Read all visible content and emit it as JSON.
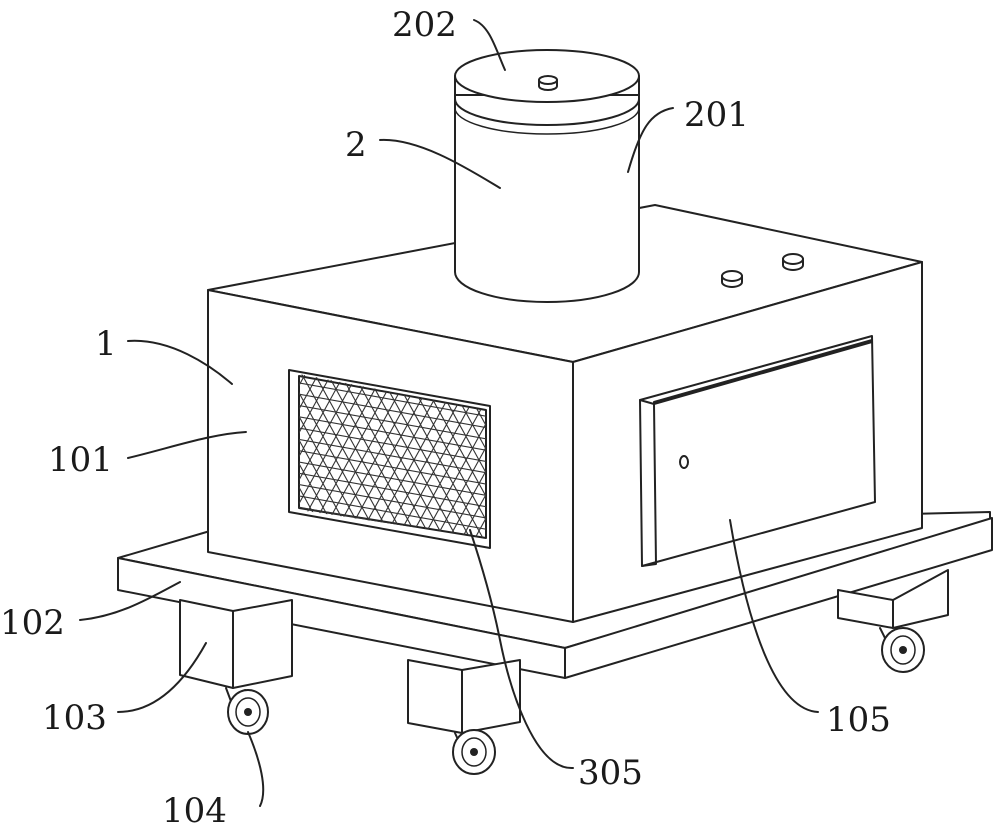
{
  "figure": {
    "labels": [
      {
        "id": "202",
        "text": "202"
      },
      {
        "id": "201",
        "text": "201"
      },
      {
        "id": "2",
        "text": "2"
      },
      {
        "id": "1",
        "text": "1"
      },
      {
        "id": "101",
        "text": "101"
      },
      {
        "id": "102",
        "text": "102"
      },
      {
        "id": "103",
        "text": "103"
      },
      {
        "id": "104",
        "text": "104"
      },
      {
        "id": "305",
        "text": "305"
      },
      {
        "id": "105",
        "text": "105"
      }
    ],
    "colors": {
      "line": "#222222",
      "background": "#ffffff"
    }
  }
}
